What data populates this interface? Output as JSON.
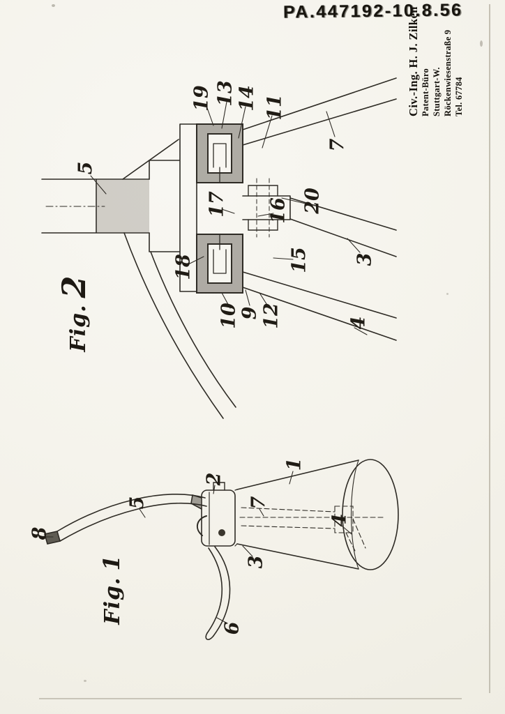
{
  "page": {
    "stamp_number": "PA.447192-10.8.56",
    "attorney_stamp": {
      "name": "Civ.-Ing. H. J. Zilken",
      "line2": "Patent-Büro",
      "line3": "Stuttgart-W.",
      "line4": "Röckenwiesenstraße 9",
      "line5": "Tel. 67784"
    }
  },
  "figures": {
    "fig2": {
      "label": "Fig.",
      "number": "2",
      "callouts": [
        {
          "ref": "19"
        },
        {
          "ref": "13"
        },
        {
          "ref": "14"
        },
        {
          "ref": "11"
        },
        {
          "ref": "7"
        },
        {
          "ref": "5"
        },
        {
          "ref": "17"
        },
        {
          "ref": "16"
        },
        {
          "ref": "20"
        },
        {
          "ref": "3"
        },
        {
          "ref": "18"
        },
        {
          "ref": "15"
        },
        {
          "ref": "10"
        },
        {
          "ref": "9"
        },
        {
          "ref": "12"
        },
        {
          "ref": "4"
        }
      ]
    },
    "fig1": {
      "label": "Fig.",
      "number": "1",
      "callouts": [
        {
          "ref": "8"
        },
        {
          "ref": "5"
        },
        {
          "ref": "2"
        },
        {
          "ref": "1"
        },
        {
          "ref": "7"
        },
        {
          "ref": "4"
        },
        {
          "ref": "3"
        },
        {
          "ref": "6"
        }
      ]
    }
  }
}
